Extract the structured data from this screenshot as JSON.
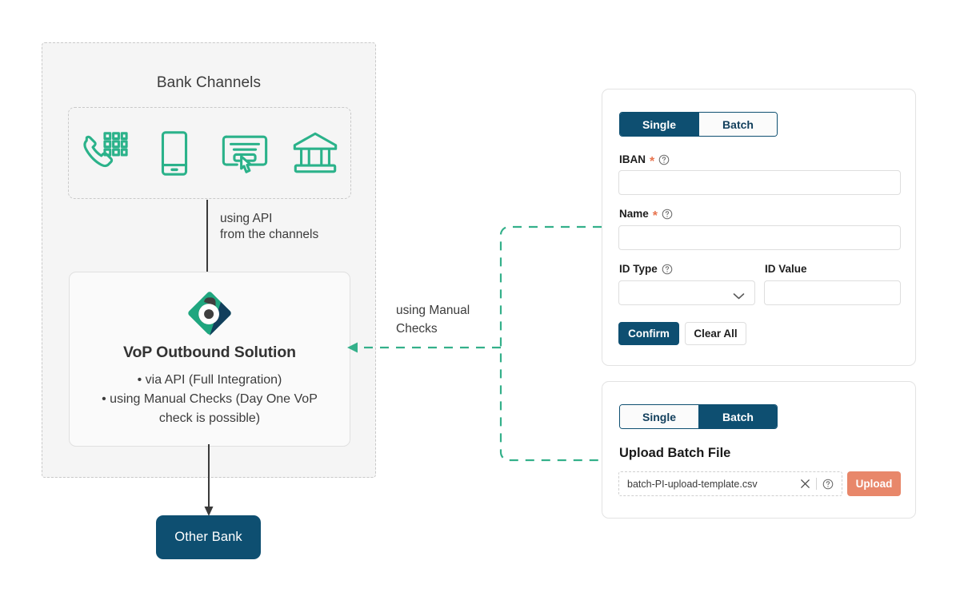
{
  "diagram": {
    "bank_channels": {
      "title": "Bank Channels",
      "icons": [
        {
          "name": "phone-keypad-icon",
          "label": "Phone"
        },
        {
          "name": "mobile-phone-icon",
          "label": "Mobile"
        },
        {
          "name": "online-banking-click-icon",
          "label": "Online"
        },
        {
          "name": "bank-building-icon",
          "label": "Branch"
        }
      ]
    },
    "api_connector_label": "using API\nfrom the channels",
    "vop_box": {
      "logo_name": "vop-brand-logo",
      "title": "VoP Outbound Solution",
      "bullets": [
        "• via API (Full Integration)",
        "• using Manual Checks (Day One VoP\ncheck is possible)"
      ]
    },
    "manual_connector_label": "using Manual\nChecks",
    "other_bank": {
      "label": "Other Bank"
    }
  },
  "single_panel": {
    "tabs": [
      {
        "label": "Single",
        "active": true
      },
      {
        "label": "Batch",
        "active": false
      }
    ],
    "fields": {
      "iban": {
        "label": "IBAN",
        "required": true,
        "has_help": true,
        "value": "",
        "placeholder": ""
      },
      "name": {
        "label": "Name",
        "required": true,
        "has_help": true,
        "value": "",
        "placeholder": ""
      },
      "id_type": {
        "label": "ID Type",
        "required": false,
        "has_help": true,
        "value": "",
        "placeholder": ""
      },
      "id_value": {
        "label": "ID Value",
        "required": false,
        "has_help": false,
        "value": "",
        "placeholder": ""
      }
    },
    "buttons": {
      "confirm": "Confirm",
      "clear_all": "Clear All"
    }
  },
  "batch_panel": {
    "tabs": [
      {
        "label": "Single",
        "active": false
      },
      {
        "label": "Batch",
        "active": true
      }
    ],
    "upload_title": "Upload Batch File",
    "file": {
      "name": "batch-PI-upload-template.csv",
      "clear_icon": "close-icon",
      "help_icon": "help-circle-icon"
    },
    "upload_button": "Upload"
  },
  "colors": {
    "brand_navy": "#0e4f71",
    "brand_teal": "#2bb28a",
    "accent_orange": "#e8876a",
    "required_star": "#e8744f",
    "panel_bg": "#f5f5f5",
    "arrow_dark": "#3a3a3a"
  }
}
